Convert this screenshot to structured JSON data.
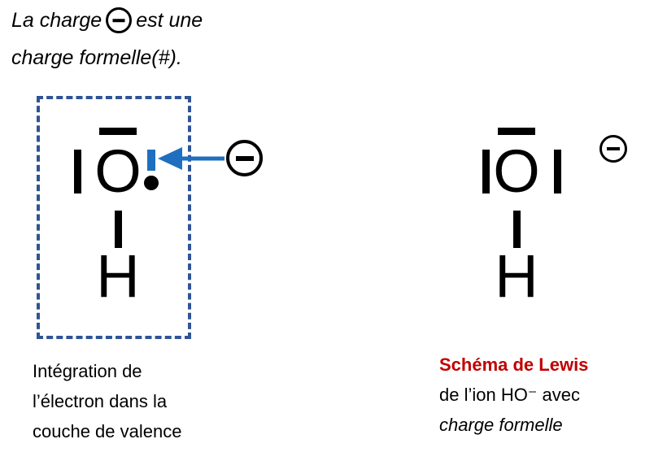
{
  "heading": {
    "line1_before": "La charge",
    "charge_symbol": "circled-minus-icon",
    "line1_after": "est une",
    "line2": "charge formelle(#)."
  },
  "left_diagram": {
    "atom_center": "O",
    "atom_bottom": "H",
    "lone_pair_left": "lone-pair-bar",
    "lone_pair_top": "lone-pair-bar",
    "highlighted_electron": "single-electron-bar",
    "electron_dot": "single-electron-dot",
    "bond": "O-H-bond",
    "box_style": "dashed",
    "box_color": "#2e5496",
    "arrow_color": "#1f6fc0",
    "arrow_label": "circled-minus-icon",
    "caption": [
      "Intégration de",
      "l’électron dans la",
      "couche de valence"
    ]
  },
  "right_diagram": {
    "atom_center": "O",
    "atom_bottom": "H",
    "lone_pair_left": "lone-pair-bar",
    "lone_pair_right": "lone-pair-bar",
    "lone_pair_top": "lone-pair-bar",
    "bond": "O-H-bond",
    "charge_superscript": "circled-minus-icon",
    "caption": {
      "title": "Schéma de Lewis",
      "line2": "de l’ion HO⁻ avec",
      "line3": "charge formelle",
      "title_color": "#c00000"
    }
  }
}
